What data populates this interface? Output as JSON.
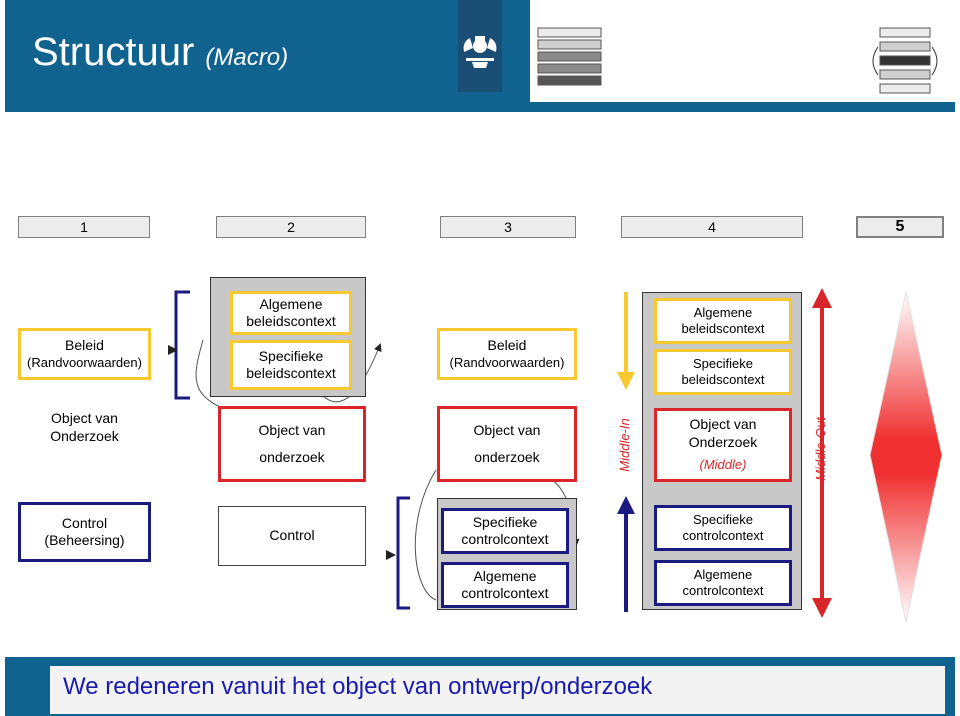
{
  "header": {
    "title": "Structuur",
    "title_sub": "(Macro)"
  },
  "steps": [
    "1",
    "2",
    "3",
    "4",
    "5"
  ],
  "active_step": "5",
  "column1": {
    "beleid_title": "Beleid",
    "beleid_sub": "(Randvoorwaarden)",
    "object_line1": "Object van",
    "object_line2": "Onderzoek",
    "control_line1": "Control",
    "control_line2": "(Beheersing)"
  },
  "column2": {
    "alg_line1": "Algemene",
    "alg_line2": "beleidscontext",
    "spec_line1": "Specifieke",
    "spec_line2": "beleidscontext",
    "object_line1": "Object van",
    "object_line2": "onderzoek",
    "control": "Control"
  },
  "column3": {
    "beleid_title": "Beleid",
    "beleid_sub": "(Randvoorwaarden)",
    "object_line1": "Object van",
    "object_line2": "onderzoek",
    "spec_line1": "Specifieke",
    "spec_line2": "controlcontext",
    "alg_line1": "Algemene",
    "alg_line2": "controlcontext"
  },
  "column4": {
    "alg_line1": "Algemene",
    "alg_line2": "beleidscontext",
    "spec_line1": "Specifieke",
    "spec_line2": "beleidscontext",
    "object_line1": "Object van",
    "object_line2": "Onderzoek",
    "object_middle": "(Middle)",
    "spec_ctrl_line1": "Specifieke",
    "spec_ctrl_line2": "controlcontext",
    "alg_ctrl_line1": "Algemene",
    "alg_ctrl_line2": "controlcontext"
  },
  "labels": {
    "middle_in": "Middle-In",
    "middle_out": "Middle-Out"
  },
  "footer": {
    "text": "We redeneren vanuit het object van ontwerp/onderzoek"
  },
  "colors": {
    "header_blue": "#10638f",
    "yellow": "#f7c830",
    "red": "#d9262a",
    "navy": "#1a1a80",
    "footer_text": "#1a1ab0"
  }
}
